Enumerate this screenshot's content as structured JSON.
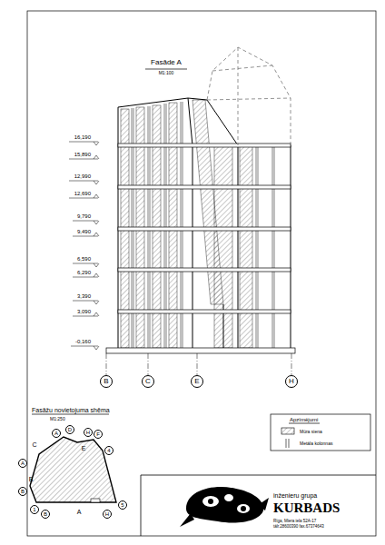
{
  "diagram": {
    "title": "Fasāde A",
    "nodes": [
      {
        "text": [
          "B"
        ]
      },
      {
        "text": [
          "C"
        ]
      },
      {
        "text": [
          "E"
        ]
      },
      {
        "text": [
          "H"
        ]
      },
      {
        "text": [
          "A"
        ]
      },
      {
        "text": [
          "D"
        ]
      },
      {
        "text": [
          "H"
        ]
      },
      {
        "text": [
          "F"
        ]
      },
      {
        "text": [
          "4"
        ]
      },
      {
        "text": [
          "A"
        ]
      },
      {
        "text": [
          "B"
        ]
      },
      {
        "text": [
          "1"
        ]
      },
      {
        "text": [
          "B"
        ]
      },
      {
        "text": [
          "H"
        ]
      },
      {
        "text": [
          "5"
        ]
      },
      {
        "text": [
          "inženieru grupa",
          "KURBADS",
          "Rīga, Miera iela 52A-17",
          "tālr.28600390 fax.67374643"
        ]
      }
    ],
    "labels": [
      "M1:100",
      "16,190",
      "15,890",
      "12,990",
      "12,690",
      "9,790",
      "9,490",
      "6,590",
      "6,290",
      "3,390",
      "3,090",
      "-0,160",
      "Fasāžu novietojuma shēma",
      "M1:250",
      "C",
      "E",
      "B",
      "A",
      "Apzīmējumi"
    ],
    "legend": [
      {
        "text": "Mūra siena"
      },
      {
        "text": "Metāla kolonnas"
      }
    ]
  }
}
